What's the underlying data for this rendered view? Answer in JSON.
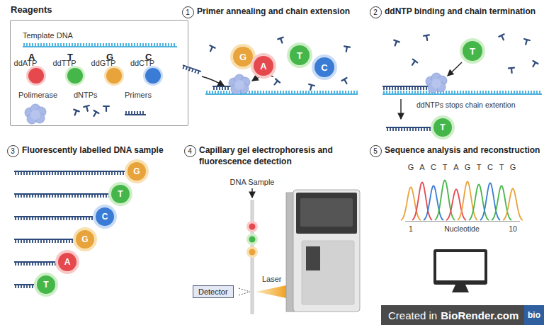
{
  "diagram": {
    "nodes": [
      {
        "text": [
          "Reagents"
        ]
      },
      {
        "text": [
          "A"
        ],
        "in": 0
      },
      {
        "text": [
          "T"
        ],
        "in": 0
      },
      {
        "text": [
          "G"
        ],
        "in": 0
      },
      {
        "text": [
          "C"
        ],
        "in": 0
      },
      {
        "text": [
          "1"
        ]
      },
      {
        "text": [
          "G"
        ]
      },
      {
        "text": [
          "A"
        ]
      },
      {
        "text": [
          "T"
        ]
      },
      {
        "text": [
          "C"
        ]
      },
      {
        "text": [
          "2"
        ]
      },
      {
        "text": [
          "T"
        ]
      },
      {
        "text": [
          "T"
        ]
      },
      {
        "text": [
          "3"
        ]
      },
      {
        "text": [
          "G"
        ]
      },
      {
        "text": [
          "T"
        ]
      },
      {
        "text": [
          "C"
        ]
      },
      {
        "text": [
          "G"
        ]
      },
      {
        "text": [
          "A"
        ]
      },
      {
        "text": [
          "T"
        ]
      },
      {
        "text": [
          "4"
        ]
      },
      {
        "text": [
          "Detector"
        ]
      },
      {
        "text": [
          "5"
        ]
      },
      {
        "text": [
          "Created in",
          "BioRender.com"
        ]
      },
      {
        "text": [
          "bio"
        ],
        "in": 23
      }
    ],
    "labels": [
      "Template DNA",
      "ddATP",
      "ddTTP",
      "ddGTP",
      "ddCTP",
      "Polimerase",
      "dNTPs",
      "Primers",
      "Primer annealing and chain extension",
      "ddNTP binding and chain termination",
      "ddNTPs stops chain extention",
      "Fluorescently labelled DNA sample",
      "Capillary gel electrophoresis and fluorescence detection",
      "DNA Sample",
      "Laser",
      "Sequence analysis and reconstruction",
      "G",
      "A",
      "C",
      "T",
      "A",
      "G",
      "T",
      "C",
      "T",
      "G",
      "1",
      "Nucleotide",
      "10"
    ]
  }
}
